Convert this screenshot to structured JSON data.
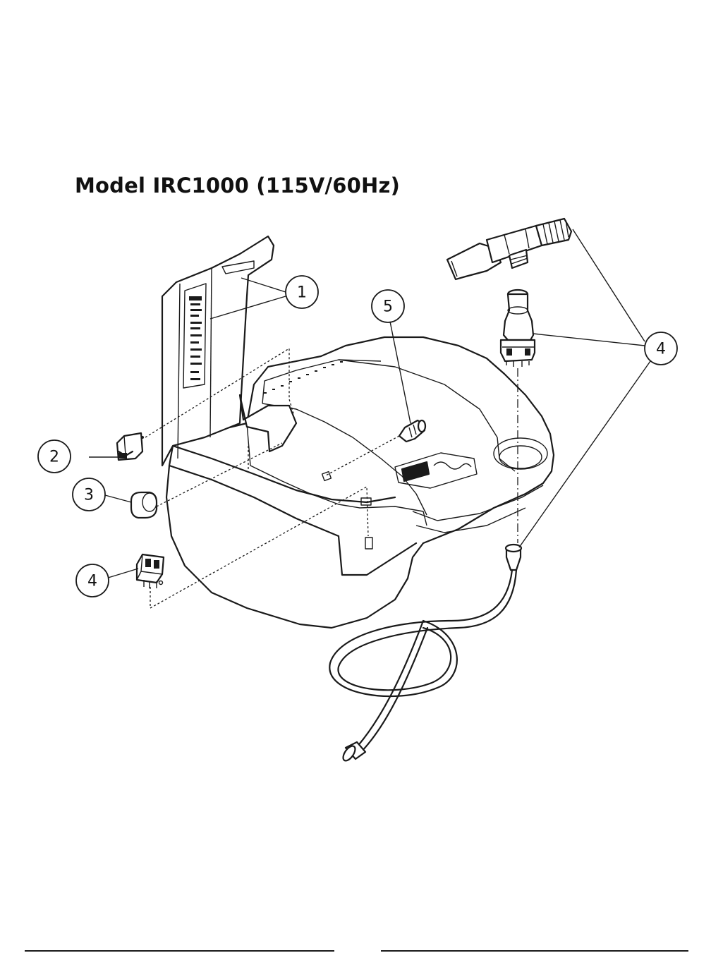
{
  "title": "Model IRC1000 (115V/60Hz)",
  "callouts": [
    {
      "label": "1"
    },
    {
      "label": "2"
    },
    {
      "label": "3"
    },
    {
      "label": "4"
    },
    {
      "label": "4"
    },
    {
      "label": "5"
    }
  ]
}
